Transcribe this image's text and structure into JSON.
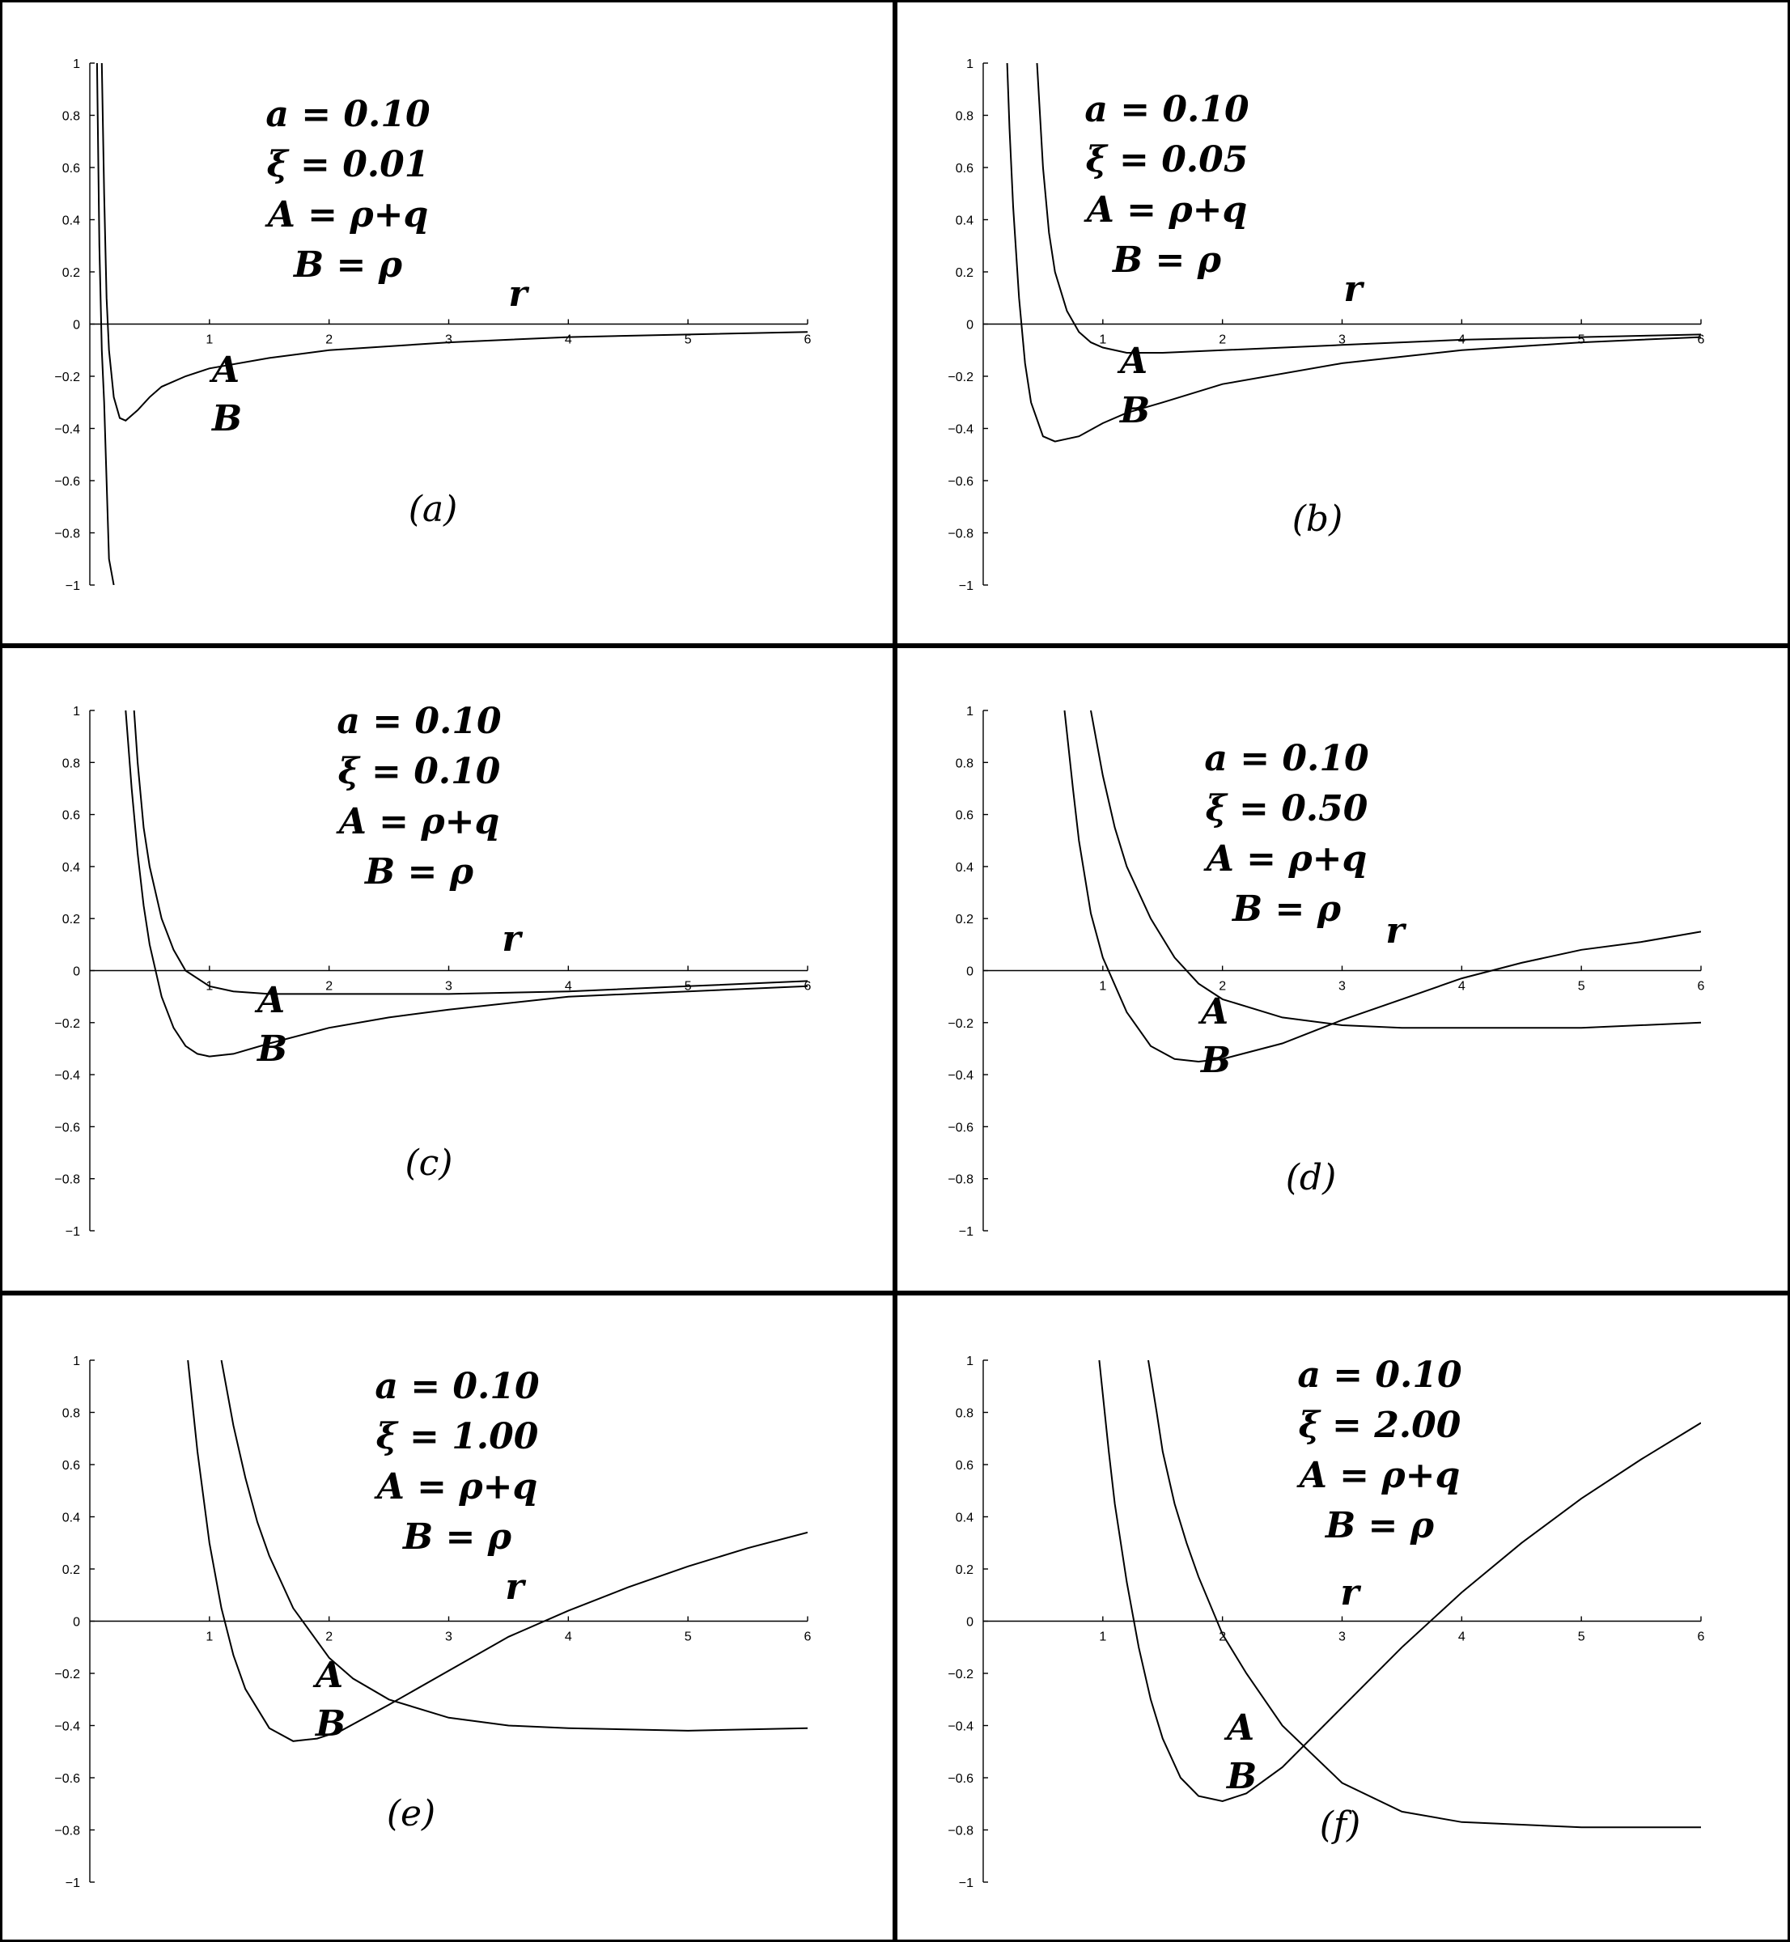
{
  "chart_data": [
    {
      "type": "line",
      "caption": "(a)",
      "annotations": [
        "a = 0.10",
        "ξ = 0.01",
        "A = ρ+q",
        "B = ρ"
      ],
      "xlabel": "r",
      "xlim": [
        0,
        6
      ],
      "ylim": [
        -1,
        1
      ],
      "xticks": [
        "1",
        "2",
        "3",
        "4",
        "5",
        "6"
      ],
      "yticks": [
        "1",
        "0.8",
        "0.6",
        "0.4",
        "0.2",
        "0",
        "−0.2",
        "−0.4",
        "−0.6",
        "−0.8",
        "−1"
      ],
      "series": [
        {
          "name": "A",
          "x": [
            0.06,
            0.08,
            0.1,
            0.12,
            0.14,
            0.16,
            0.2,
            0.25,
            0.3,
            0.4,
            0.6,
            0.8,
            1.0,
            1.5,
            2,
            3,
            4,
            5,
            6
          ],
          "y": [
            1.0,
            0.3,
            -0.1,
            -0.3,
            -0.6,
            -0.9,
            -1.0,
            null,
            null,
            null,
            null,
            null,
            null,
            null,
            null,
            null,
            null,
            null,
            null
          ]
        },
        {
          "name": "B",
          "x": [
            0.1,
            0.12,
            0.14,
            0.16,
            0.2,
            0.25,
            0.3,
            0.4,
            0.5,
            0.6,
            0.8,
            1,
            1.5,
            2,
            3,
            4,
            5,
            6
          ],
          "y": [
            1.0,
            0.5,
            0.1,
            -0.1,
            -0.28,
            -0.36,
            -0.37,
            -0.33,
            -0.28,
            -0.24,
            -0.2,
            -0.17,
            -0.13,
            -0.1,
            -0.07,
            -0.05,
            -0.04,
            -0.03
          ]
        }
      ]
    },
    {
      "type": "line",
      "caption": "(b)",
      "annotations": [
        "a = 0.10",
        "ξ = 0.05",
        "A = ρ+q",
        "B = ρ"
      ],
      "xlabel": "r",
      "xlim": [
        0,
        6
      ],
      "ylim": [
        -1,
        1
      ],
      "xticks": [
        "1",
        "2",
        "3",
        "4",
        "5",
        "6"
      ],
      "yticks": [
        "1",
        "0.8",
        "0.6",
        "0.4",
        "0.2",
        "0",
        "−0.2",
        "−0.4",
        "−0.6",
        "−0.8",
        "−1"
      ],
      "series": [
        {
          "name": "A",
          "x": [
            0.2,
            0.22,
            0.25,
            0.3,
            0.35,
            0.4,
            0.5,
            0.6,
            0.8,
            1.0,
            1.2,
            1.5,
            2,
            3,
            4,
            5,
            6
          ],
          "y": [
            1.0,
            0.75,
            0.45,
            0.1,
            -0.15,
            -0.3,
            -0.43,
            -0.45,
            -0.43,
            -0.38,
            -0.34,
            -0.3,
            -0.23,
            -0.15,
            -0.1,
            -0.07,
            -0.05
          ]
        },
        {
          "name": "B",
          "x": [
            0.45,
            0.5,
            0.55,
            0.6,
            0.7,
            0.8,
            0.9,
            1.0,
            1.2,
            1.5,
            2,
            3,
            4,
            5,
            6
          ],
          "y": [
            1.0,
            0.6,
            0.35,
            0.2,
            0.05,
            -0.03,
            -0.07,
            -0.09,
            -0.11,
            -0.11,
            -0.1,
            -0.08,
            -0.06,
            -0.05,
            -0.04
          ]
        }
      ]
    },
    {
      "type": "line",
      "caption": "(c)",
      "annotations": [
        "a = 0.10",
        "ξ = 0.10",
        "A = ρ+q",
        "B = ρ"
      ],
      "xlabel": "r",
      "xlim": [
        0,
        6
      ],
      "ylim": [
        -1,
        1
      ],
      "xticks": [
        "1",
        "2",
        "3",
        "4",
        "5",
        "6"
      ],
      "yticks": [
        "1",
        "0.8",
        "0.6",
        "0.4",
        "0.2",
        "0",
        "−0.2",
        "−0.4",
        "−0.6",
        "−0.8",
        "−1"
      ],
      "series": [
        {
          "name": "A",
          "x": [
            0.3,
            0.35,
            0.4,
            0.45,
            0.5,
            0.6,
            0.7,
            0.8,
            0.9,
            1.0,
            1.2,
            1.5,
            2,
            2.5,
            3,
            4,
            5,
            6
          ],
          "y": [
            1.0,
            0.7,
            0.45,
            0.25,
            0.1,
            -0.1,
            -0.22,
            -0.29,
            -0.32,
            -0.33,
            -0.32,
            -0.28,
            -0.22,
            -0.18,
            -0.15,
            -0.1,
            -0.08,
            -0.06
          ]
        },
        {
          "name": "B",
          "x": [
            0.37,
            0.4,
            0.45,
            0.5,
            0.6,
            0.7,
            0.8,
            1.0,
            1.2,
            1.5,
            2,
            3,
            4,
            5,
            6
          ],
          "y": [
            1.0,
            0.8,
            0.55,
            0.4,
            0.2,
            0.08,
            0.0,
            -0.06,
            -0.08,
            -0.09,
            -0.09,
            -0.09,
            -0.08,
            -0.06,
            -0.04
          ]
        }
      ]
    },
    {
      "type": "line",
      "caption": "(d)",
      "annotations": [
        "a = 0.10",
        "ξ = 0.50",
        "A = ρ+q",
        "B = ρ"
      ],
      "xlabel": "r",
      "xlim": [
        0,
        6
      ],
      "ylim": [
        -1,
        1
      ],
      "xticks": [
        "1",
        "2",
        "3",
        "4",
        "5",
        "6"
      ],
      "yticks": [
        "1",
        "0.8",
        "0.6",
        "0.4",
        "0.2",
        "0",
        "−0.2",
        "−0.4",
        "−0.6",
        "−0.8",
        "−1"
      ],
      "series": [
        {
          "name": "A",
          "x": [
            0.68,
            0.75,
            0.8,
            0.9,
            1.0,
            1.2,
            1.4,
            1.6,
            1.8,
            2.0,
            2.5,
            3,
            3.5,
            4,
            4.5,
            5,
            5.5,
            6
          ],
          "y": [
            1.0,
            0.7,
            0.5,
            0.22,
            0.05,
            -0.16,
            -0.29,
            -0.34,
            -0.35,
            -0.34,
            -0.28,
            -0.19,
            -0.11,
            -0.03,
            0.03,
            0.08,
            0.11,
            0.15
          ]
        },
        {
          "name": "B",
          "x": [
            0.9,
            1.0,
            1.1,
            1.2,
            1.4,
            1.6,
            1.8,
            2.0,
            2.5,
            3,
            3.5,
            4,
            5,
            6
          ],
          "y": [
            1.0,
            0.75,
            0.55,
            0.4,
            0.2,
            0.05,
            -0.05,
            -0.11,
            -0.18,
            -0.21,
            -0.22,
            -0.22,
            -0.22,
            -0.2
          ]
        }
      ]
    },
    {
      "type": "line",
      "caption": "(e)",
      "annotations": [
        "a = 0.10",
        "ξ = 1.00",
        "A = ρ+q",
        "B = ρ"
      ],
      "xlabel": "r",
      "xlim": [
        0,
        6
      ],
      "ylim": [
        -1,
        1
      ],
      "xticks": [
        "1",
        "2",
        "3",
        "4",
        "5",
        "6"
      ],
      "yticks": [
        "1",
        "0.8",
        "0.6",
        "0.4",
        "0.2",
        "0",
        "−0.2",
        "−0.4",
        "−0.6",
        "−0.8",
        "−1"
      ],
      "series": [
        {
          "name": "A",
          "x": [
            0.82,
            0.9,
            1.0,
            1.1,
            1.2,
            1.3,
            1.5,
            1.7,
            1.9,
            2.1,
            2.5,
            3,
            3.5,
            4,
            4.5,
            5,
            5.5,
            6
          ],
          "y": [
            1.0,
            0.65,
            0.3,
            0.05,
            -0.13,
            -0.26,
            -0.41,
            -0.46,
            -0.45,
            -0.42,
            -0.32,
            -0.19,
            -0.06,
            0.04,
            0.13,
            0.21,
            0.28,
            0.34
          ]
        },
        {
          "name": "B",
          "x": [
            1.1,
            1.2,
            1.3,
            1.4,
            1.5,
            1.7,
            2.0,
            2.2,
            2.5,
            3,
            3.5,
            4,
            5,
            6
          ],
          "y": [
            1.0,
            0.75,
            0.55,
            0.38,
            0.25,
            0.05,
            -0.14,
            -0.22,
            -0.3,
            -0.37,
            -0.4,
            -0.41,
            -0.42,
            -0.41
          ]
        }
      ]
    },
    {
      "type": "line",
      "caption": "(f)",
      "annotations": [
        "a = 0.10",
        "ξ = 2.00",
        "A = ρ+q",
        "B = ρ"
      ],
      "xlabel": "r",
      "xlim": [
        0,
        6
      ],
      "ylim": [
        -1,
        1
      ],
      "xticks": [
        "1",
        "2",
        "3",
        "4",
        "5",
        "6"
      ],
      "yticks": [
        "1",
        "0.8",
        "0.6",
        "0.4",
        "0.2",
        "0",
        "−0.2",
        "−0.4",
        "−0.6",
        "−0.8",
        "−1"
      ],
      "series": [
        {
          "name": "A",
          "x": [
            0.97,
            1.05,
            1.1,
            1.2,
            1.3,
            1.4,
            1.5,
            1.65,
            1.8,
            2.0,
            2.2,
            2.5,
            3,
            3.5,
            4,
            4.5,
            5,
            5.5,
            6
          ],
          "y": [
            1.0,
            0.65,
            0.45,
            0.15,
            -0.1,
            -0.3,
            -0.45,
            -0.6,
            -0.67,
            -0.69,
            -0.66,
            -0.56,
            -0.33,
            -0.1,
            0.11,
            0.3,
            0.47,
            0.62,
            0.76
          ]
        },
        {
          "name": "B",
          "x": [
            1.38,
            1.45,
            1.5,
            1.6,
            1.7,
            1.8,
            2.0,
            2.2,
            2.5,
            3,
            3.5,
            4,
            5,
            6
          ],
          "y": [
            1.0,
            0.8,
            0.65,
            0.45,
            0.3,
            0.17,
            -0.05,
            -0.2,
            -0.4,
            -0.62,
            -0.73,
            -0.77,
            -0.79,
            -0.79
          ]
        }
      ]
    }
  ]
}
